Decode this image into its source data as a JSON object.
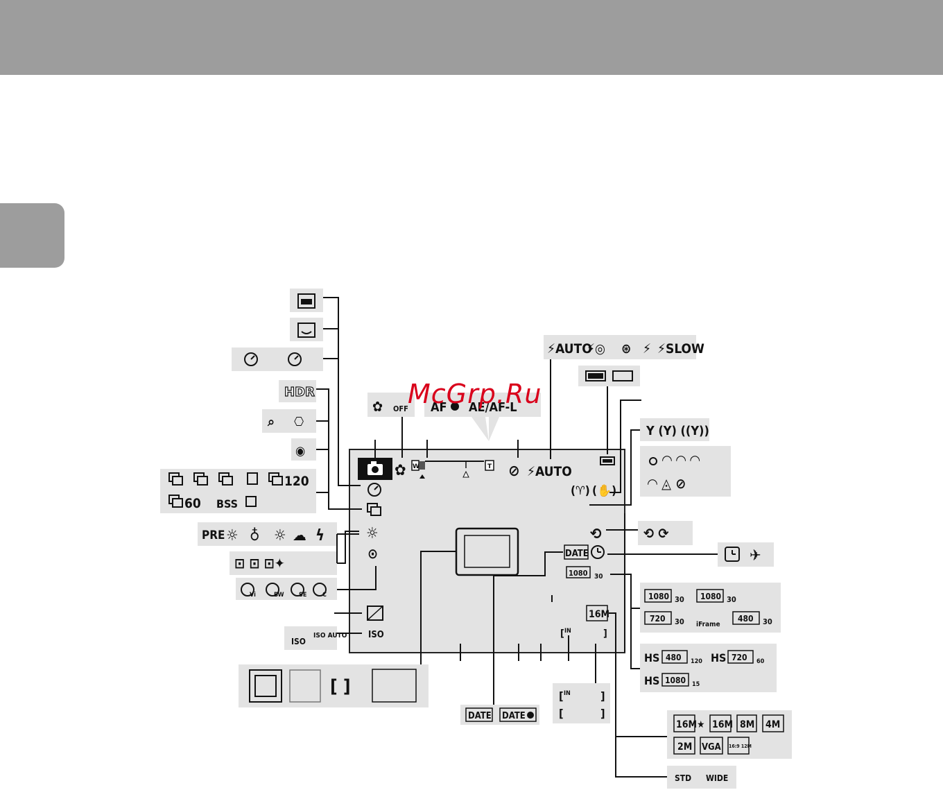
{
  "watermark": "McGrp.Ru",
  "labels": {
    "flash_modes": [
      "⚡AUTO",
      "⚡◎",
      "⊛",
      "⚡",
      "⚡SLOW"
    ],
    "flash_on_screen": "⚡AUTO",
    "hdr": "HDR",
    "focus_line": [
      "AF",
      "AE/AF-L"
    ],
    "macro_off": "OFF",
    "continuous": [
      "120",
      "60",
      "BSS"
    ],
    "wb_pre": "PRE",
    "iso": [
      "ISO",
      "ISO AUTO"
    ],
    "iso_screen": "ISO",
    "date_options": [
      "DATE",
      "DATE"
    ],
    "date_screen": "DATE",
    "movie_screen": [
      "1080",
      "30"
    ],
    "movie_options": [
      {
        "size": "1080",
        "rate": "30"
      },
      {
        "size": "1080",
        "rate": "30"
      },
      {
        "size": "720",
        "rate": "30"
      },
      {
        "size": "iFrame",
        "rate": ""
      },
      {
        "size": "480",
        "rate": "30"
      }
    ],
    "hs_options": [
      {
        "prefix": "HS",
        "size": "480",
        "rate": "120"
      },
      {
        "prefix": "HS",
        "size": "720",
        "rate": "60"
      },
      {
        "prefix": "HS",
        "size": "1080",
        "rate": "15"
      }
    ],
    "image_size_screen": "16M",
    "image_sizes": [
      "16M★",
      "16M",
      "8M",
      "4M",
      "2M",
      "VGA",
      "16:9 12M"
    ],
    "panorama": [
      "STD",
      "WIDE"
    ],
    "memory": [
      "IN",
      ""
    ],
    "zoom": [
      "W",
      "T"
    ],
    "effects": [
      "Vi",
      "BW",
      "SE",
      "C"
    ]
  }
}
